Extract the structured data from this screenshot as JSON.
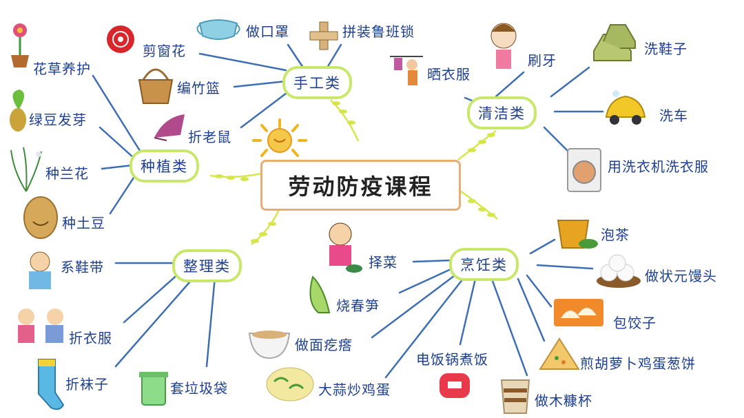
{
  "center": {
    "title": "劳动防疫课程"
  },
  "categories": {
    "shougong": "手工类",
    "qingjie": "清洁类",
    "zhongzhi": "种植类",
    "zhengli": "整理类",
    "pengren": "烹饪类"
  },
  "activities": {
    "jianchuanghua": "剪窗花",
    "zuokouzhao": "做口罩",
    "pinzhuang": "拼装鲁班锁",
    "bianzhulan": "编竹篮",
    "zhelaoshu": "折老鼠",
    "huacao": "花草养护",
    "lvdou": "绿豆发芽",
    "zhonglanhua": "种兰花",
    "zhongtudou": "种土豆",
    "shaiyifu": "晒衣服",
    "shuaya": "刷牙",
    "xiexiezi": "洗鞋子",
    "xiche": "洗车",
    "xiyiji": "用洗衣机洗衣服",
    "xiexiedai": "系鞋带",
    "zheyifu": "折衣服",
    "zhewazi": "折袜子",
    "taolaji": "套垃圾袋",
    "paocha": "泡茶",
    "zecai": "择菜",
    "mantou": "做状元馒头",
    "chunsun": "烧春笋",
    "jiaozi": "包饺子",
    "geda": "做面疙瘩",
    "dianfanguo": "电饭锅煮饭",
    "jianbing": "煎胡萝卜鸡蛋葱饼",
    "suantai": "大蒜炒鸡蛋",
    "mukang": "做木糠杯"
  },
  "colors": {
    "line": "#3d6db3",
    "cat_border": "#c8e86a",
    "center_border": "#e8ad72",
    "text": "#1d3f8f",
    "sprig": "#d6e64a"
  }
}
